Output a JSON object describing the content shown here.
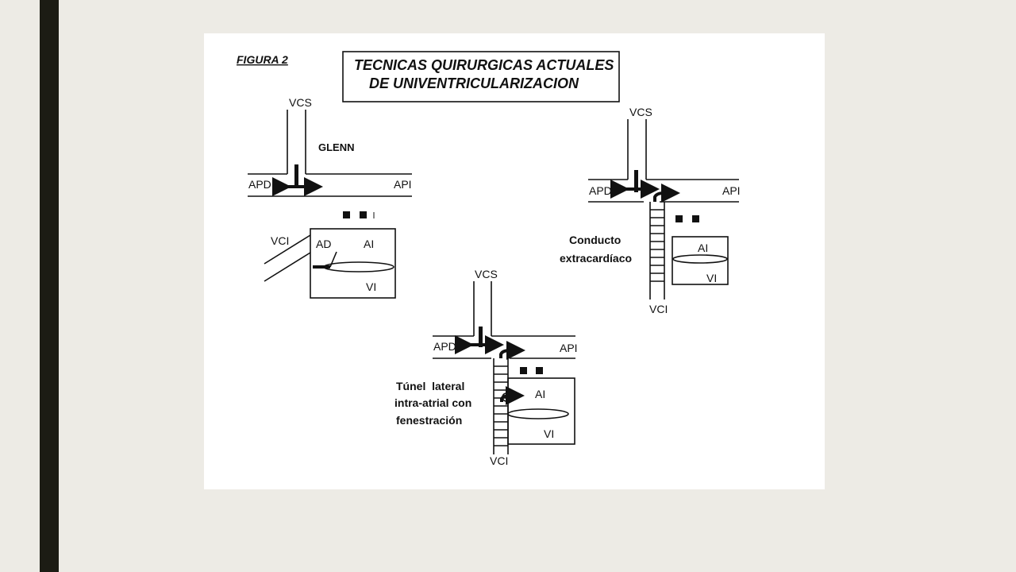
{
  "slide": {
    "accent_bar_color": "#1c1c14",
    "background_color": "#edebe5"
  },
  "figure": {
    "figure_label": "FIGURA 2",
    "title_line1": "TECNICAS QUIRURGICAS ACTUALES",
    "title_line2": "DE UNIVENTRICULARIZACION",
    "glenn": {
      "name": "GLENN",
      "vcs": "VCS",
      "apd": "APD",
      "api": "API",
      "vci": "VCI",
      "ad": "AD",
      "ai": "AI",
      "vi": "VI"
    },
    "extracardiac": {
      "name_line1": "Conducto",
      "name_line2": "extracardíaco",
      "vcs": "VCS",
      "apd": "APD",
      "api": "API",
      "vci": "VCI",
      "ai": "AI",
      "vi": "VI"
    },
    "lateral_tunnel": {
      "name_line1": "Túnel  lateral",
      "name_line2": "intra-atrial con",
      "name_line3": "fenestración",
      "vcs": "VCS",
      "apd": "APD",
      "api": "API",
      "vci": "VCI",
      "ai": "AI",
      "vi": "VI"
    }
  }
}
